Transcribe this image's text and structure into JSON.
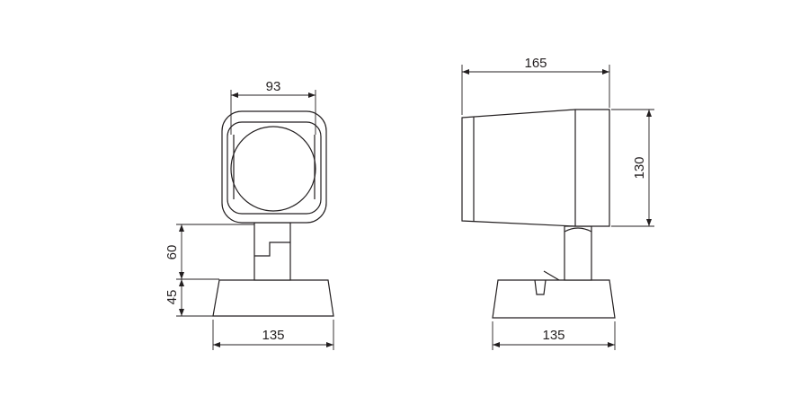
{
  "front_view": {
    "width_top": "93",
    "neck_height": "60",
    "base_height": "45",
    "base_width": "135"
  },
  "side_view": {
    "length": "165",
    "head_height": "130",
    "base_width": "135"
  },
  "colors": {
    "line": "#231f20",
    "background": "#ffffff"
  }
}
